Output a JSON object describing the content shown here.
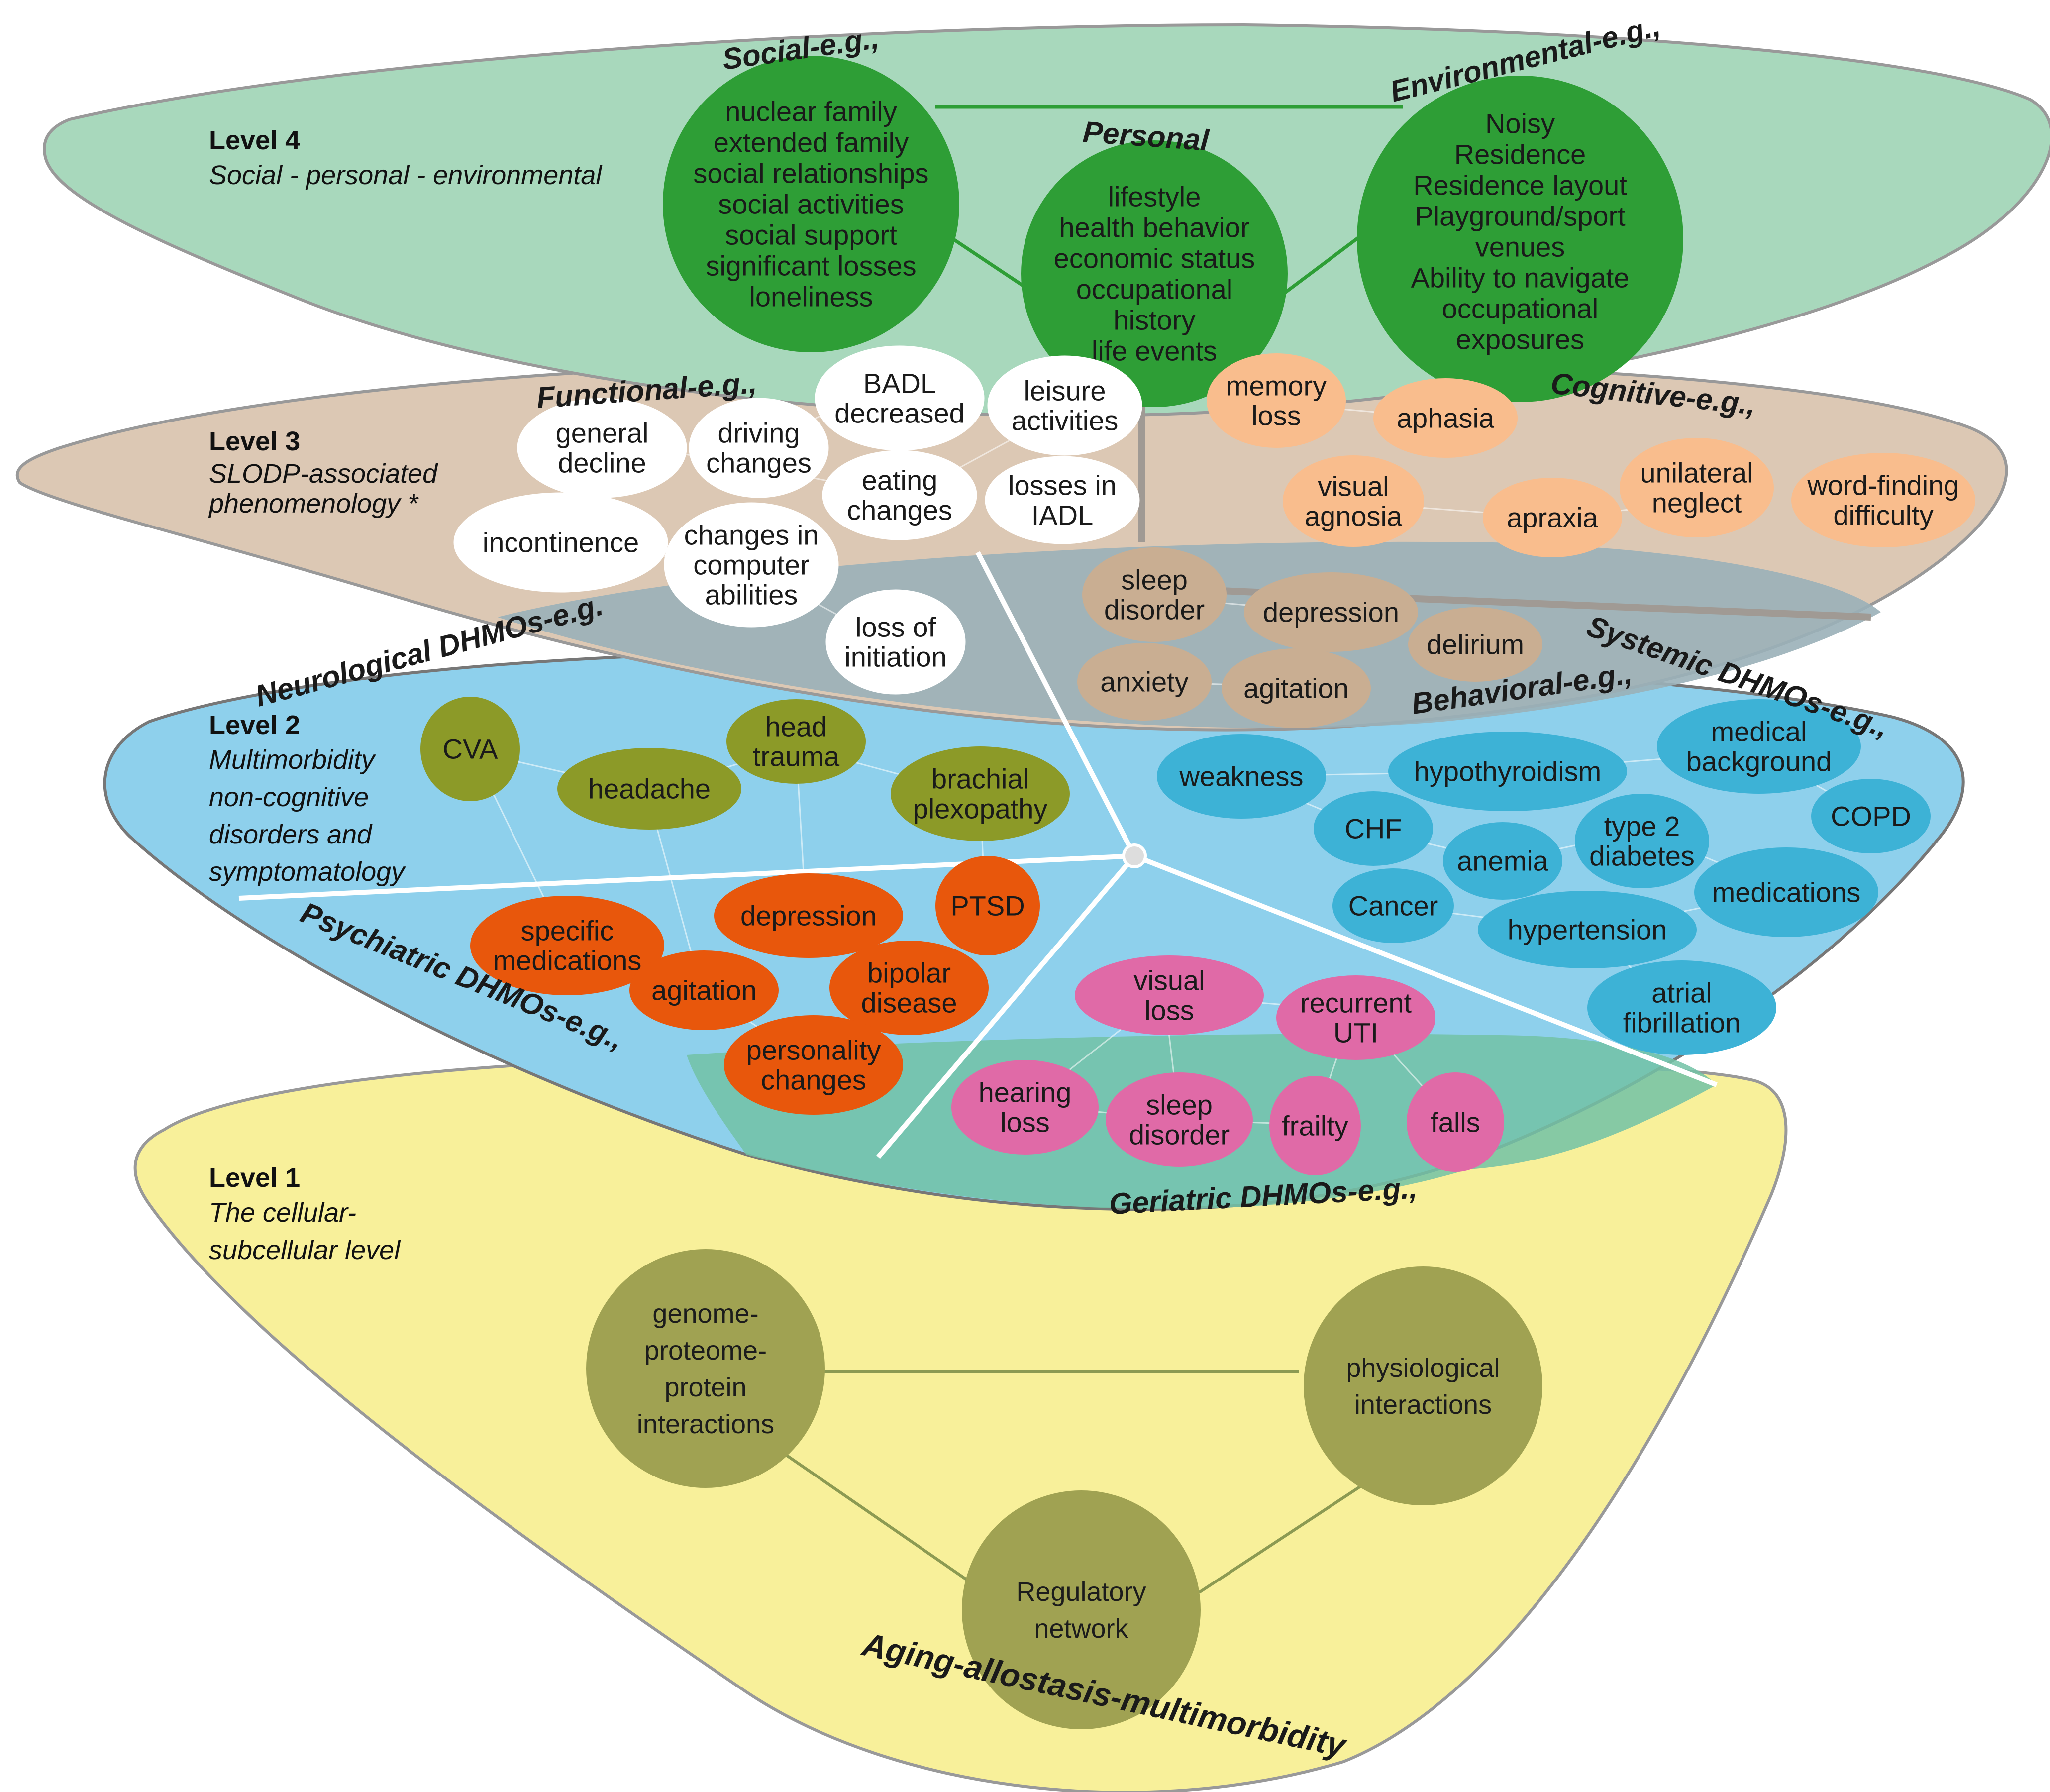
{
  "levels": {
    "l4": {
      "title": "Level 4",
      "subtitle": "Social - personal - environmental"
    },
    "l3": {
      "title": "Level 3",
      "subtitle": [
        "SLODP-associated",
        "phenomenology *"
      ]
    },
    "l2": {
      "title": "Level 2",
      "subtitle": [
        "Multimorbidity",
        "non-cognitive",
        "disorders and",
        "symptomatology"
      ]
    },
    "l1": {
      "title": "Level 1",
      "subtitle": [
        "The cellular-",
        "subcellular level"
      ]
    }
  },
  "categories": {
    "social": "Social-e.g.,",
    "personal": "Personal",
    "environmental": "Environmental-e.g.,",
    "functional": "Functional-e.g.,",
    "cognitive": "Cognitive-e.g.,",
    "neurological": "Neurological DHMOs-e.g.",
    "systemic": "Systemic DHMOs-e.g.,",
    "behavioral": "Behavioral-e.g.,",
    "psychiatric": "Psychiatric  DHMOs-e.g.,",
    "geriatric": "Geriatric  DHMOs-e.g.,",
    "aging": "Aging-allostasis-multimorbidity"
  },
  "circles": {
    "social": [
      "nuclear family",
      "extended family",
      "social relationships",
      "social activities",
      "social support",
      "significant losses",
      "loneliness"
    ],
    "personal": [
      "lifestyle",
      "health behavior",
      "economic status",
      "occupational",
      "history",
      "life events"
    ],
    "environmental": [
      "Noisy",
      "Residence",
      "Residence layout",
      "Playground/sport",
      "venues",
      "Ability to navigate",
      "occupational",
      "exposures"
    ],
    "genome": [
      "genome-",
      "proteome-",
      "protein",
      "interactions"
    ],
    "physio": [
      "physiological",
      "interactions"
    ],
    "regulatory": [
      "Regulatory",
      "network"
    ]
  },
  "nodes": {
    "functional": {
      "badl": [
        "BADL",
        "decreased"
      ],
      "leisure": [
        "leisure",
        "activities"
      ],
      "general_decline": [
        "general",
        "decline"
      ],
      "driving": [
        "driving",
        "changes"
      ],
      "eating": [
        "eating",
        "changes"
      ],
      "iadl": [
        "losses in",
        "IADL"
      ],
      "incontinence": [
        "incontinence"
      ],
      "computer": [
        "changes in",
        "computer",
        "abilities"
      ],
      "initiation": [
        "loss of",
        "initiation"
      ]
    },
    "cognitive": {
      "memory": [
        "memory",
        "loss"
      ],
      "aphasia": [
        "aphasia"
      ],
      "visual_agnosia": [
        "visual",
        "agnosia"
      ],
      "unilateral": [
        "unilateral",
        "neglect"
      ],
      "word_finding": [
        "word-finding",
        "difficulty"
      ],
      "apraxia": [
        "apraxia"
      ]
    },
    "behavioral": {
      "sleep": [
        "sleep",
        "disorder"
      ],
      "depression": [
        "depression"
      ],
      "delirium": [
        "delirium"
      ],
      "anxiety": [
        "anxiety"
      ],
      "agitation": [
        "agitation"
      ]
    },
    "neurological": {
      "cva": [
        "CVA"
      ],
      "head_trauma": [
        "head",
        "trauma"
      ],
      "headache": [
        "headache"
      ],
      "brachial": [
        "brachial",
        "plexopathy"
      ]
    },
    "systemic": {
      "weakness": [
        "weakness"
      ],
      "hypothyroidism": [
        "hypothyroidism"
      ],
      "medical_background": [
        "medical",
        "background"
      ],
      "chf": [
        "CHF"
      ],
      "type2": [
        "type 2",
        "diabetes"
      ],
      "copd": [
        "COPD"
      ],
      "anemia": [
        "anemia"
      ],
      "cancer": [
        "Cancer"
      ],
      "medications": [
        "medications"
      ],
      "hypertension": [
        "hypertension"
      ],
      "atrial": [
        "atrial",
        "fibrillation"
      ]
    },
    "psychiatric": {
      "specific_meds": [
        "specific",
        "medications"
      ],
      "depression": [
        "depression"
      ],
      "ptsd": [
        "PTSD"
      ],
      "agitation": [
        "agitation"
      ],
      "bipolar": [
        "bipolar",
        "disease"
      ],
      "personality": [
        "personality",
        "changes"
      ]
    },
    "geriatric": {
      "visual_loss": [
        "visual",
        "loss"
      ],
      "recurrent_uti": [
        "recurrent",
        "UTI"
      ],
      "hearing": [
        "hearing",
        "loss"
      ],
      "sleep": [
        "sleep",
        "disorder"
      ],
      "frailty": [
        "frailty"
      ],
      "falls": [
        "falls"
      ]
    }
  },
  "colors": {
    "level4": "#a8d8bc",
    "level3": "#dcc8b4",
    "level2": "#8ed0ec",
    "level1": "#f8f09a",
    "green_circle": "#2e9e36",
    "olive": "#8c9a28",
    "olive_circle": "#a0a252",
    "cognitive": "#f9bd8d",
    "behavioral": "#c9ae92",
    "systemic": "#3db2d6",
    "psychiatric": "#e8570c",
    "geriatric": "#e06aa7"
  }
}
